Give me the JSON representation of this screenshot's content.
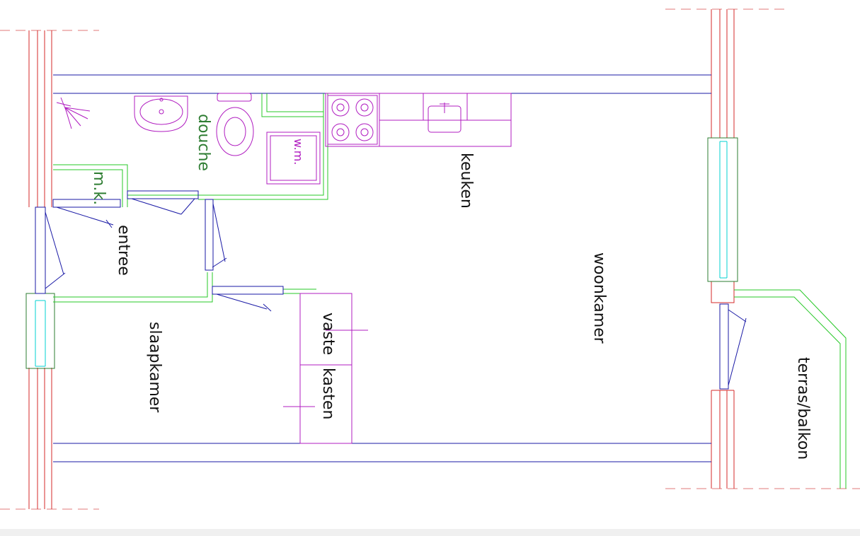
{
  "labels": {
    "douche": "douche",
    "mk": "m.k.",
    "keuken": "keuken",
    "entree": "entree",
    "woonkamer": "woonkamer",
    "slaapkamer": "slaapkamer",
    "vaste": "vaste",
    "kasten": "kasten",
    "terras": "terras/balkon",
    "wm": "w.m."
  },
  "colors": {
    "wall": "#1a1aa6",
    "facade": "#d42a2a",
    "green": "#27c827",
    "fixture": "#b01cc0",
    "glass": "#00d0d0",
    "frame": "#2e7d32"
  }
}
